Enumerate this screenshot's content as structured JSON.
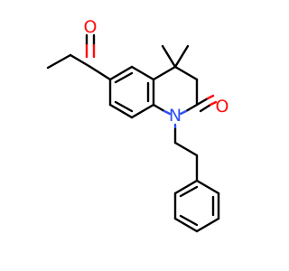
{
  "molecule": {
    "atoms": [
      {
        "id": "carbonyl-oxygen-lactam",
        "symbol": "O",
        "color": "#ff0d0d"
      },
      {
        "id": "ring-nitrogen",
        "symbol": "N",
        "color": "#3050f8"
      },
      {
        "id": "carbonyl-oxygen-acetyl",
        "symbol": "O",
        "color": "#ff0d0d"
      }
    ],
    "bond_color": "#000000"
  }
}
